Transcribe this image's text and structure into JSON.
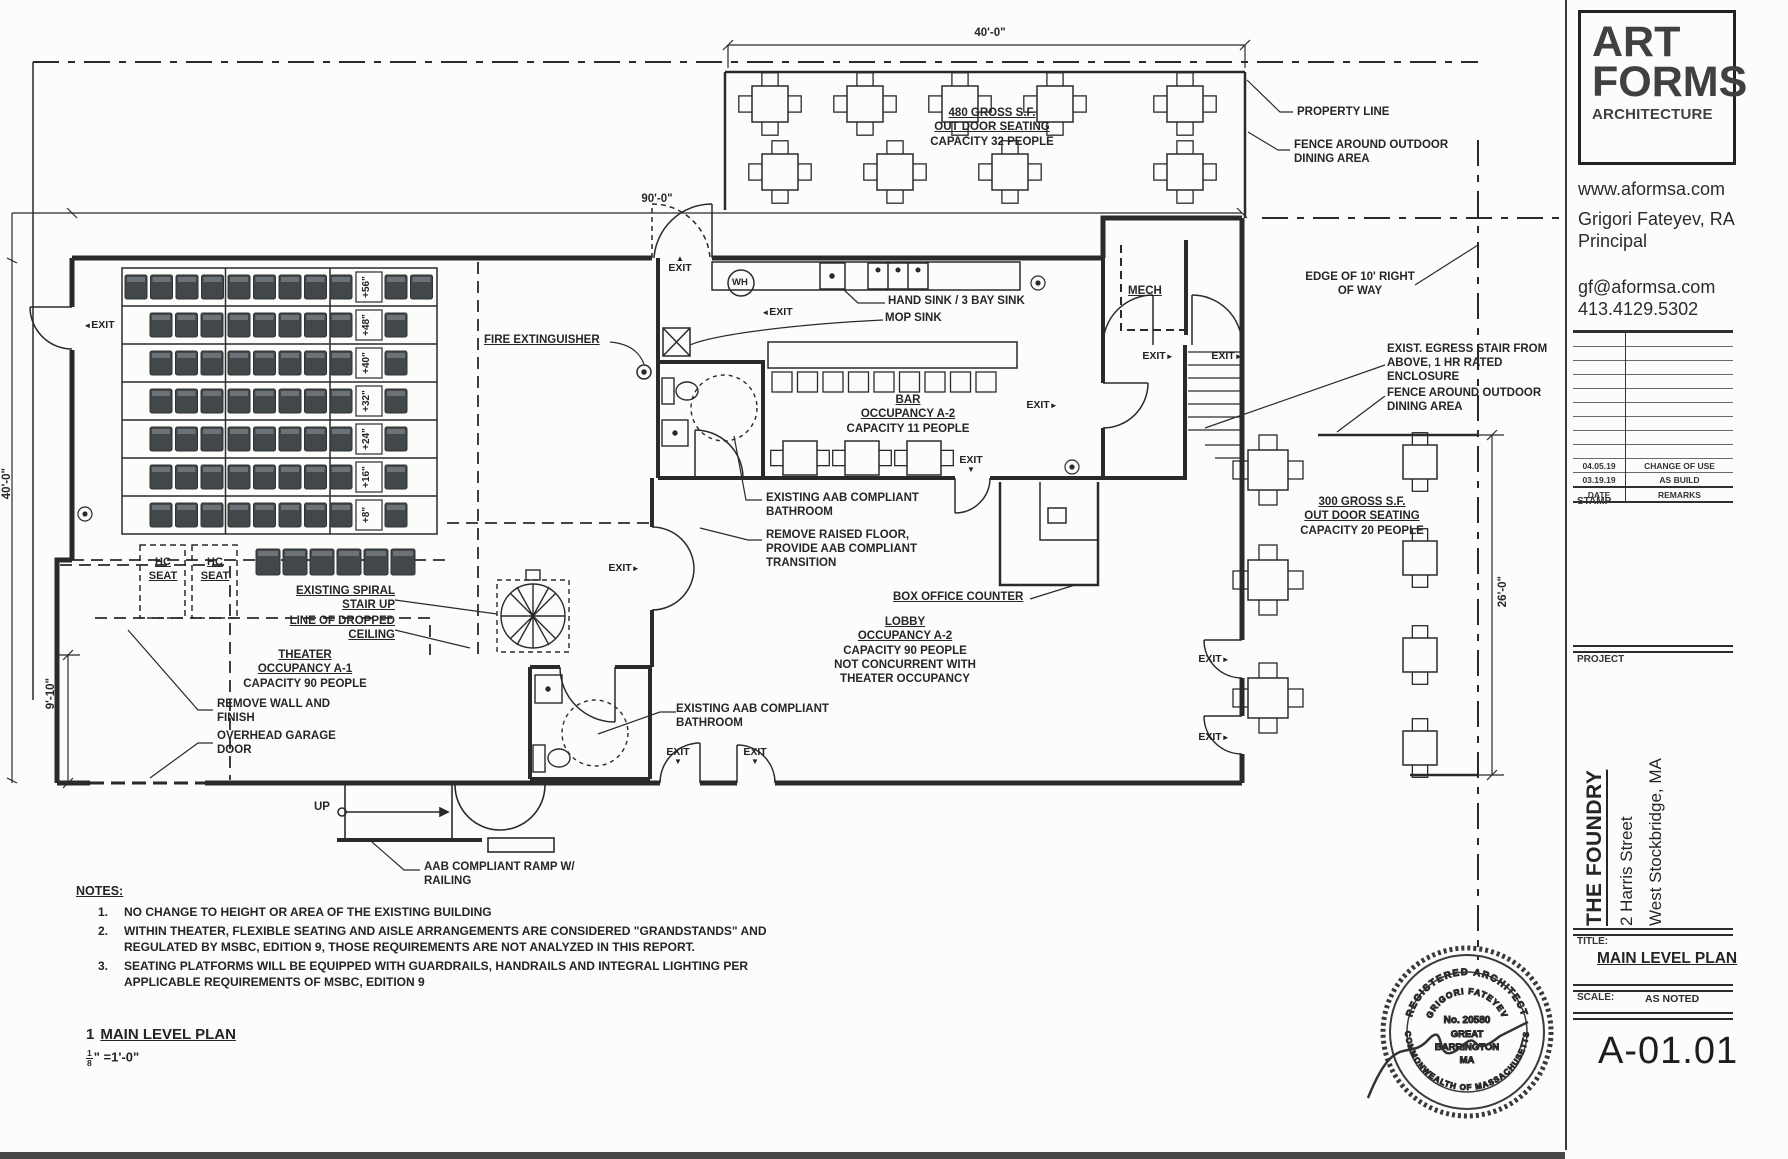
{
  "titleblock": {
    "logo": {
      "line1": "ART",
      "line2": "FORMS",
      "line3": "ARCHITECTURE"
    },
    "website": "www.aformsa.com",
    "principal": "Grigori Fateyev, RA",
    "principal_role": "Principal",
    "email": "gf@aformsa.com",
    "phone": "413.4129.5302",
    "revisions": [
      {
        "date": "04.05.19",
        "remarks": "CHANGE OF USE"
      },
      {
        "date": "03.19.19",
        "remarks": "AS BUILD"
      }
    ],
    "rev_header": {
      "date": "DATE",
      "remarks": "REMARKS"
    },
    "stamp_label": "STAMP",
    "project_label": "PROJECT",
    "project": {
      "name": "THE FOUNDRY",
      "address1": "2 Harris Street",
      "address2": "West Stockbridge, MA"
    },
    "title_label": "TITLE:",
    "sheet_title": "MAIN LEVEL PLAN",
    "scale_label": "SCALE:",
    "scale": "AS NOTED",
    "sheet_no": "A-01.01",
    "stamp": {
      "top_arc": "REGISTERED ARCHITECT",
      "name_arc": "GRIGORI FATEYEV",
      "no": "No. 20580",
      "line1": "GREAT",
      "line2": "BARRINGTON",
      "line3": "MA",
      "bottom_arc": "COMMONWEALTH OF MASSACHUSETTS"
    }
  },
  "plan": {
    "dims": {
      "outdoor_top": "40'-0\"",
      "building_width": "90'-0\"",
      "building_height": "40'-0\"",
      "left_recess": "9'-10\"",
      "outdoor_right": "26'-0\""
    },
    "exit": "EXIT",
    "up": "UP",
    "wh": "WH",
    "mech": "MECH",
    "hc_seat": "HC\nSEAT",
    "icons": {
      "arrow_left": "◄",
      "arrow_right": "►",
      "arrow_up": "▲",
      "arrow_down": "▼"
    },
    "property_line": "PROPERTY LINE",
    "fence_outdoor": "FENCE AROUND OUTDOOR\nDINING AREA",
    "outdoor_top_area": {
      "sf": "480 GROSS S.F.",
      "l2": "OUT DOOR SEATING",
      "l3": "CAPACITY 32 PEOPLE"
    },
    "outdoor_right_area": {
      "sf": "300 GROSS S.F.",
      "l2": "OUT DOOR SEATING",
      "l3": "CAPACITY 20 PEOPLE"
    },
    "edge_row": "EDGE OF 10' RIGHT\nOF WAY",
    "egress_stair": "EXIST. EGRESS STAIR FROM\nABOVE, 1 HR RATED\nENCLOSURE",
    "hand_sink": "HAND SINK / 3 BAY SINK",
    "mop_sink": "MOP SINK",
    "fire_ext": "FIRE EXTINGUISHER",
    "bar": {
      "l1": "BAR",
      "l2": "OCCUPANCY A-2",
      "l3": "CAPACITY 11 PEOPLE"
    },
    "theater": {
      "l1": "THEATER",
      "l2": "OCCUPANCY A-1",
      "l3": "CAPACITY 90 PEOPLE"
    },
    "lobby": {
      "l1": "LOBBY",
      "l2": "OCCUPANCY A-2",
      "l3": "CAPACITY 90 PEOPLE",
      "l4": "NOT CONCURRENT WITH",
      "l5": "THEATER OCCUPANCY"
    },
    "bathroom": "EXISTING AAB COMPLIANT\nBATHROOM",
    "remove_floor": "REMOVE RAISED FLOOR,\nPROVIDE AAB COMPLIANT\nTRANSITION",
    "box_office": "BOX OFFICE COUNTER",
    "spiral": "EXISTING SPIRAL\nSTAIR UP",
    "dropped": "LINE OF DROPPED\nCEILING",
    "remove_wall": "REMOVE WALL AND\nFINISH",
    "garage": "OVERHEAD GARAGE\nDOOR",
    "ramp": "AAB COMPLIANT RAMP W/\nRAILING",
    "seat_rows": [
      {
        "label": "+56\"",
        "groups": [
          4,
          5,
          2
        ]
      },
      {
        "label": "+48\"",
        "groups": [
          3,
          5,
          1
        ]
      },
      {
        "label": "+40\"",
        "groups": [
          3,
          5,
          1
        ]
      },
      {
        "label": "+32\"",
        "groups": [
          3,
          5,
          1
        ]
      },
      {
        "label": "+24\"",
        "groups": [
          3,
          5,
          1
        ]
      },
      {
        "label": "+16\"",
        "groups": [
          3,
          5,
          1
        ]
      },
      {
        "label": "+8\"",
        "groups": [
          3,
          5,
          1
        ]
      }
    ],
    "floor_seats": 6
  },
  "notes": {
    "heading": "NOTES:",
    "items": [
      {
        "no": "1.",
        "text": "NO CHANGE TO HEIGHT OR AREA OF THE EXISTING BUILDING"
      },
      {
        "no": "2.",
        "text": "WITHIN THEATER, FLEXIBLE SEATING AND AISLE ARRANGEMENTS ARE CONSIDERED \"GRANDSTANDS\" AND REGULATED BY MSBC, EDITION 9, THOSE REQUIREMENTS ARE NOT ANALYZED IN THIS REPORT."
      },
      {
        "no": "3.",
        "text": "SEATING PLATFORMS WILL BE EQUIPPED WITH GUARDRAILS, HANDRAILS AND INTEGRAL LIGHTING PER APPLICABLE REQUIREMENTS OF MSBC, EDITION 9"
      }
    ]
  },
  "caption": {
    "number": "1",
    "title": "MAIN LEVEL PLAN",
    "scale_num": "1",
    "scale_den": "8",
    "scale_suffix": "\" =1'-0\""
  }
}
